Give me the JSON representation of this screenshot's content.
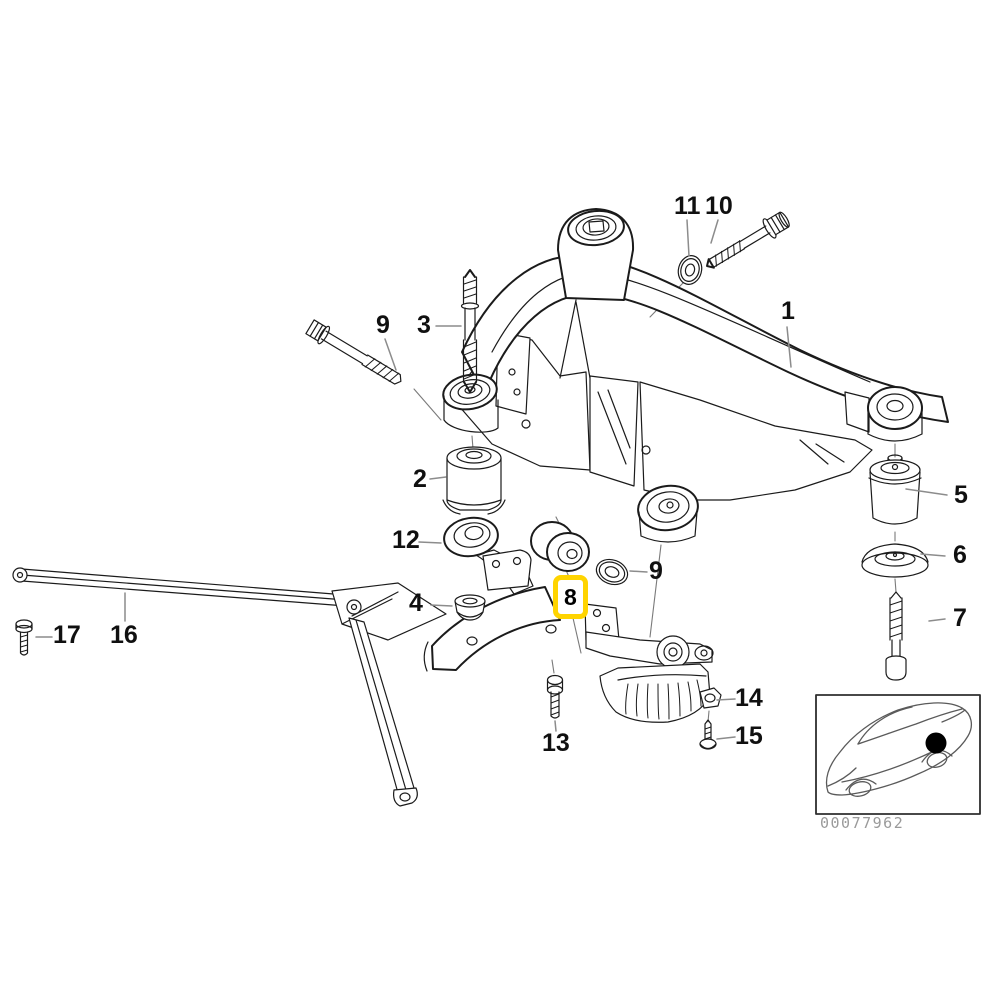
{
  "diagram": {
    "highlighted_callout": "8",
    "colors": {
      "highlight": "#FFD400",
      "line": "#1b1b1b",
      "leader": "#8c8c8c",
      "inset_code_text": "#9a9a9a"
    },
    "callouts": [
      {
        "label": "1"
      },
      {
        "label": "2"
      },
      {
        "label": "3"
      },
      {
        "label": "4"
      },
      {
        "label": "5"
      },
      {
        "label": "6"
      },
      {
        "label": "7"
      },
      {
        "label": "8"
      },
      {
        "label": "9"
      },
      {
        "label": "9"
      },
      {
        "label": "10"
      },
      {
        "label": "11"
      },
      {
        "label": "12"
      },
      {
        "label": "13"
      },
      {
        "label": "14"
      },
      {
        "label": "15"
      },
      {
        "label": "16"
      },
      {
        "label": "17"
      }
    ],
    "inset": {
      "image_code": "00077962"
    }
  }
}
